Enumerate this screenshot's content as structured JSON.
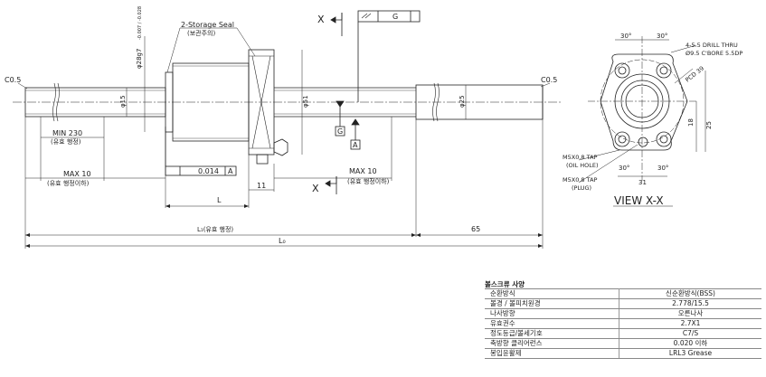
{
  "labels": {
    "storage_seal": "2-Storage Seal",
    "storage_seal_sub": "(보관주의)",
    "phi_flange": "φ28g7",
    "phi_flange_tol": "-0.007 / -0.028",
    "phi_nut": "φ51",
    "phi_shaft_left": "φ15",
    "phi_shaft_right": "φ25",
    "chamfer_left": "C0.5",
    "chamfer_right": "C0.5",
    "min_230": "MIN 230",
    "min_230_sub": "(유효 행정)",
    "max_10_left": "MAX 10",
    "max_10_left_sub": "(유효 행정이하)",
    "max_10_right": "MAX 10",
    "max_10_right_sub": "(유효 행정이하)",
    "tol_value": "0.014",
    "tol_datum": "A",
    "gdt_datum": "G",
    "datum_a": "A",
    "datum_g": "G",
    "dim_l": "L",
    "dim_11": "11",
    "dim_l1": "L₁(유효 행정)",
    "dim_65": "65",
    "dim_l0": "L₀",
    "section_x_top": "X",
    "section_x_bottom": "X"
  },
  "view_xx": {
    "title": "VIEW X-X",
    "angle_top_left": "30°",
    "angle_top_right": "30°",
    "drill_note": "4-5.5 DRILL THRU",
    "cbore_note": "Ø9.5 C'BORE 5.5DP",
    "pcd": "PCD 39",
    "dim_18": "18",
    "dim_25": "25",
    "dim_31": "31",
    "dim_30_a": "30°",
    "dim_30_b": "30°",
    "tap_oil": "M5X0.8 TAP",
    "tap_oil_sub": "(OIL HOLE)",
    "tap_plug": "M5X0.8 TAP",
    "tap_plug_sub": "(PLUG)"
  },
  "spec_table": {
    "title": "볼스크류 사양",
    "rows": [
      {
        "key": "순환방식",
        "value": "신순환방식(BSS)"
      },
      {
        "key": "볼경 / 볼피치원경",
        "value": "2.778/15.5"
      },
      {
        "key": "나사방향",
        "value": "오른나사"
      },
      {
        "key": "유효권수",
        "value": "2.7X1"
      },
      {
        "key": "정도등급/볼세기호",
        "value": "C7/S"
      },
      {
        "key": "축방향 클리어런스",
        "value": "0.020 이하"
      },
      {
        "key": "봉입윤활제",
        "value": "LRL3 Grease"
      }
    ]
  }
}
